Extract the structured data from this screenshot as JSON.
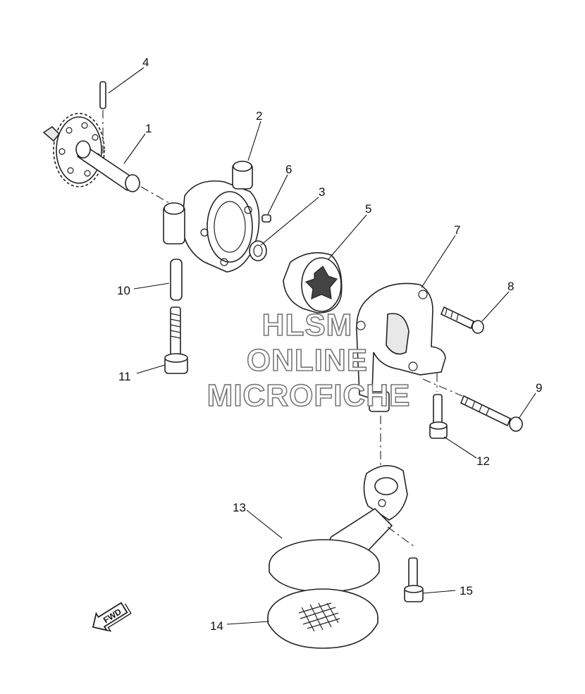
{
  "callouts": [
    {
      "id": "1",
      "label": "1"
    },
    {
      "id": "2",
      "label": "2"
    },
    {
      "id": "3",
      "label": "3"
    },
    {
      "id": "4",
      "label": "4"
    },
    {
      "id": "5",
      "label": "5"
    },
    {
      "id": "6",
      "label": "6"
    },
    {
      "id": "7",
      "label": "7"
    },
    {
      "id": "8",
      "label": "8"
    },
    {
      "id": "9",
      "label": "9"
    },
    {
      "id": "10",
      "label": "10"
    },
    {
      "id": "11",
      "label": "11"
    },
    {
      "id": "12",
      "label": "12"
    },
    {
      "id": "13",
      "label": "13"
    },
    {
      "id": "14",
      "label": "14"
    },
    {
      "id": "15",
      "label": "15"
    }
  ],
  "watermark": {
    "line1": "HLSM",
    "line2": "ONLINE",
    "line3": "MICROFICHE"
  },
  "fwd_badge": {
    "label": "FWD"
  }
}
